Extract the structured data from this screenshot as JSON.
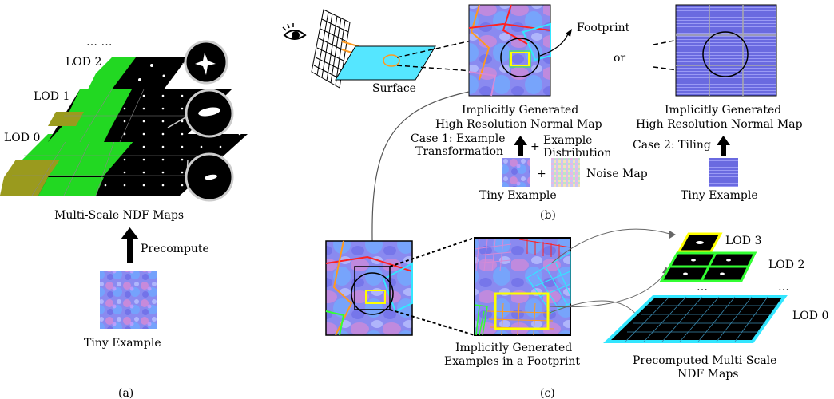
{
  "colors": {
    "black": "#000000",
    "green": "#22e022",
    "olive": "#9a9a1e",
    "cyan": "#33e6ff",
    "yellow": "#ffff00",
    "lime": "#33ff33",
    "normal_map_purple": "#7f7fff",
    "normal_map_pink": "#d68ad6",
    "normal_map_blue": "#6fa0ff",
    "tiling_blue": "#6666dd",
    "surface_cyan": "#55e6ff",
    "orange": "#ff9a1e",
    "red": "#ff2222"
  },
  "panel_a": {
    "ellipsis_top": "… …",
    "lod2_label": "LOD 2",
    "lod1_label": "LOD 1",
    "lod0_label": "LOD 0",
    "maps_caption": "Multi-Scale NDF Maps",
    "precompute_label": "Precompute",
    "tiny_example_label": "Tiny Example",
    "caption": "(a)"
  },
  "panel_b": {
    "surface_label": "Surface",
    "footprint_label": "Footprint",
    "or_label": "or",
    "map1_caption_line1": "Implicitly Generated",
    "map1_caption_line2": "High Resolution Normal Map",
    "map2_caption_line1": "Implicitly Generated",
    "map2_caption_line2": "High Resolution Normal Map",
    "case1_line1": "Case 1: Example",
    "case1_line2": "Transformation",
    "plus_sign": "+",
    "example_line1": "Example",
    "example_line2": "Distribution",
    "noise_map_label": "Noise Map",
    "tiny_example_label_1": "Tiny Example",
    "case2_label": "Case 2: Tiling",
    "tiny_example_label_2": "Tiny Example",
    "caption": "(b)"
  },
  "panel_c": {
    "examples_caption_line1": "Implicitly Generated",
    "examples_caption_line2": "Examples in a Footprint",
    "lod3_label": "LOD 3",
    "lod2_label": "LOD 2",
    "lod0_label": "LOD 0",
    "ellipsis_mid": "…",
    "ellipsis_right": "…",
    "precomputed_line1": "Precomputed Multi-Scale",
    "precomputed_line2": "NDF Maps",
    "caption": "(c)"
  }
}
